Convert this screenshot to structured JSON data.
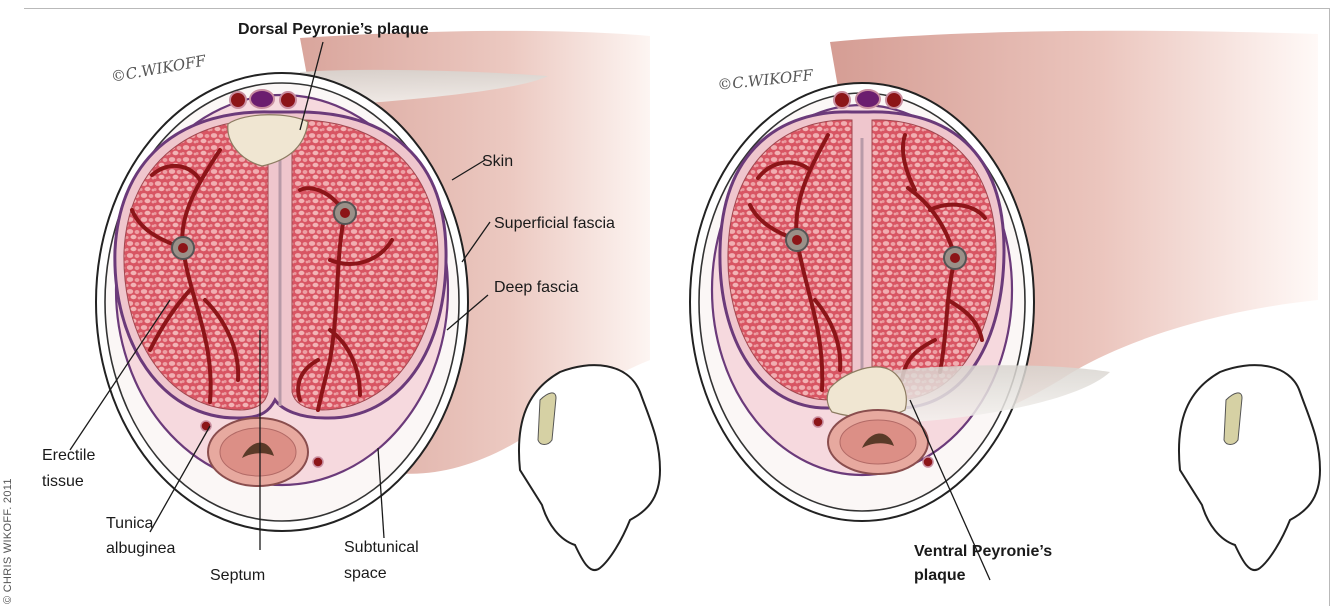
{
  "credit": "© CHRIS WIKOFF. 2011",
  "signature": "©C.WIKOFF",
  "left_panel": {
    "labels": {
      "dorsal_plaque": "Dorsal Peyronie’s plaque",
      "skin": "Skin",
      "superficial_fascia": "Superficial fascia",
      "deep_fascia": "Deep fascia",
      "erectile_tissue_1": "Erectile",
      "erectile_tissue_2": "tissue",
      "tunica_1": "Tunica",
      "tunica_2": "albuginea",
      "septum": "Septum",
      "subtunical_1": "Subtunical",
      "subtunical_2": "space"
    }
  },
  "right_panel": {
    "labels": {
      "ventral_plaque_1": "Ventral Peyronie’s",
      "ventral_plaque_2": "plaque"
    }
  },
  "colors": {
    "skin_shading": "#d9a59c",
    "erectile": "#d94f5c",
    "tunica": "#6b3a7a",
    "vessel": "#8c1518",
    "plaque": "#f0e6d2"
  }
}
